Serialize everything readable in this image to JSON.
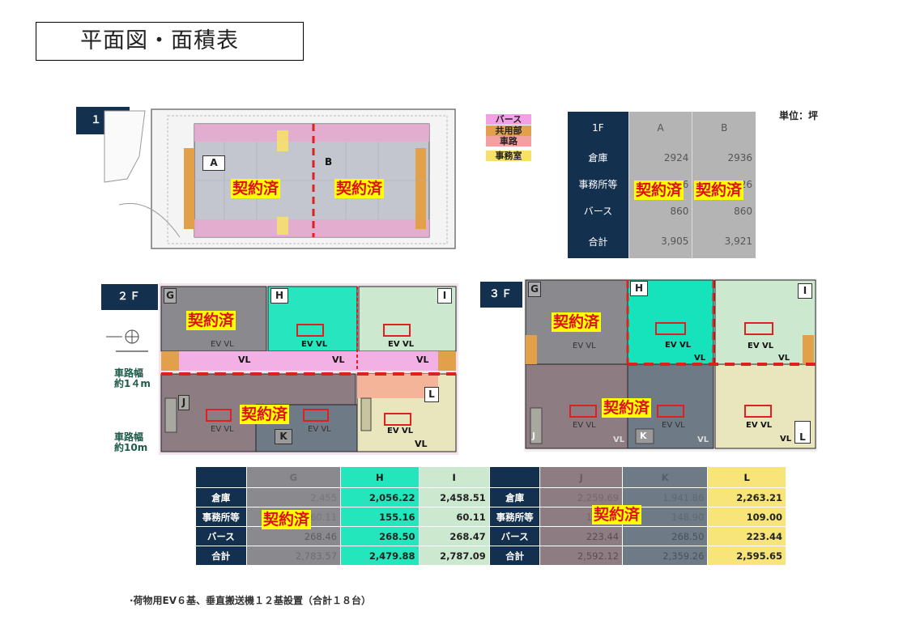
{
  "title": "平面図・面積表",
  "unit_label": "単位：坪",
  "stamp_text": "契約済",
  "legend": {
    "items": [
      {
        "label": "バース",
        "color": "#f4a0e6"
      },
      {
        "label": "共用部",
        "color": "#e3a04a"
      },
      {
        "label": "車路",
        "color": "#f2a0a0"
      },
      {
        "label": "事務室",
        "color": "#f7e06a"
      }
    ]
  },
  "floor1": {
    "label": "１Ｆ",
    "section_a": "A",
    "section_b": "B"
  },
  "floor2": {
    "label": "２Ｆ",
    "sections": {
      "g": "G",
      "h": "H",
      "i": "I",
      "j": "J",
      "k": "K",
      "l": "L"
    },
    "ev_vl": "EV VL",
    "vl": "VL",
    "road_14": "車路幅\n約1４m",
    "road_10": "車路幅\n約10m"
  },
  "floor3": {
    "label": "３Ｆ",
    "sections": {
      "g": "G",
      "h": "H",
      "i": "I",
      "j": "J",
      "k": "K",
      "l": "L"
    }
  },
  "table_1f": {
    "header": [
      "1F",
      "A",
      "B"
    ],
    "rows": [
      {
        "label": "倉庫",
        "a": "2924",
        "b": "2936"
      },
      {
        "label": "事務所等",
        "a": "126",
        "b": "126"
      },
      {
        "label": "バース",
        "a": "860",
        "b": "860"
      },
      {
        "label": "合計",
        "a": "3,905",
        "b": "3,921"
      }
    ]
  },
  "table_ghi": {
    "header": [
      "",
      "G",
      "H",
      "I"
    ],
    "rows": [
      {
        "label": "倉庫",
        "g": "2,455",
        "h": "2,056.22",
        "i": "2,458.51"
      },
      {
        "label": "事務所等",
        "g": "60.11",
        "h": "155.16",
        "i": "60.11"
      },
      {
        "label": "バース",
        "g": "268.46",
        "h": "268.50",
        "i": "268.47"
      },
      {
        "label": "合計",
        "g": "2,783.57",
        "h": "2,479.88",
        "i": "2,787.09"
      }
    ]
  },
  "table_jkl": {
    "header": [
      "",
      "J",
      "K",
      "L"
    ],
    "rows": [
      {
        "label": "倉庫",
        "j": "2,259.69",
        "k": "1,941.86",
        "l": "2,263.21"
      },
      {
        "label": "事務所等",
        "j": "109.00",
        "k": "148.90",
        "l": "109.00"
      },
      {
        "label": "バース",
        "j": "223.44",
        "k": "268.50",
        "l": "223.44"
      },
      {
        "label": "合計",
        "j": "2,592.12",
        "k": "2,359.26",
        "l": "2,595.65"
      }
    ]
  },
  "footnote": "·荷物用EV６基、垂直搬送機１２基設置（合計１８台）"
}
